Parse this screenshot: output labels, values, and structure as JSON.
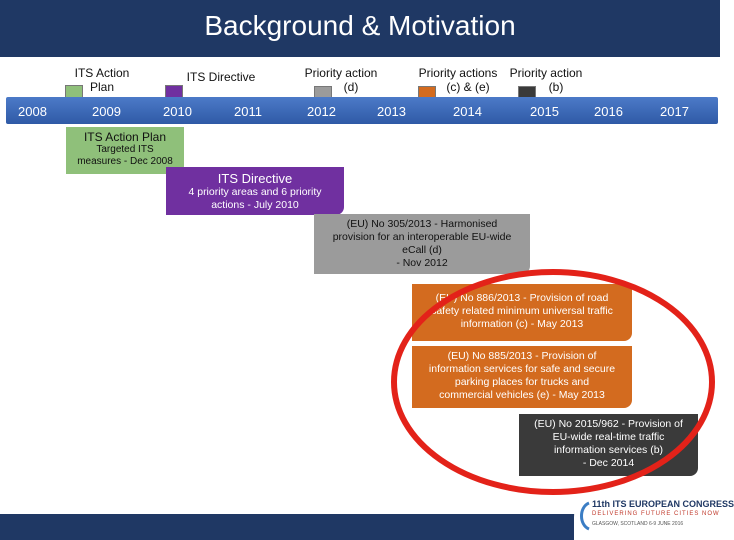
{
  "header": {
    "title": "Background & Motivation",
    "bg_color": "#1f3864"
  },
  "legend": [
    {
      "line1": "ITS Action",
      "line2": "Plan",
      "color": "#8fc07a"
    },
    {
      "line1": "ITS Directive",
      "line2": "",
      "color": "#7030a0"
    },
    {
      "line1": "Priority action",
      "line2": "(d)",
      "color": "#9b9b9b"
    },
    {
      "line1": "Priority actions",
      "line2": "(c) & (e)",
      "color": "#d36b1f"
    },
    {
      "line1": "Priority action",
      "line2": "(b)",
      "color": "#3a3a3a"
    }
  ],
  "years": [
    "2008",
    "2009",
    "2010",
    "2011",
    "2012",
    "2013",
    "2014",
    "2015",
    "2016",
    "2017"
  ],
  "milestones": [
    {
      "l1": "ITS Action Plan",
      "l2": "Targeted ITS",
      "l3": "measures - Dec 2008",
      "l4": ""
    },
    {
      "l1": "ITS Directive",
      "l2": "4 priority areas and 6 priority",
      "l3": "actions - July 2010",
      "l4": ""
    },
    {
      "l1": "(EU) No 305/2013 - Harmonised",
      "l2": "provision for an interoperable EU-wide",
      "l3": "eCall (d)",
      "l4": "- Nov 2012"
    },
    {
      "l1": "(EU) No 886/2013 - Provision of road",
      "l2": "safety related minimum universal traffic",
      "l3": "information (c) - May 2013",
      "l4": ""
    },
    {
      "l1": "(EU) No 885/2013 - Provision of",
      "l2": "information services for safe and secure",
      "l3": "parking places for trucks and",
      "l4": "commercial vehicles (e) - May 2013"
    },
    {
      "l1": "(EU) No 2015/962 - Provision of",
      "l2": "EU-wide real-time traffic",
      "l3": "information services (b)",
      "l4": "- Dec 2014"
    }
  ],
  "logo": {
    "title": "11th ITS EUROPEAN CONGRESS",
    "tagline": "DELIVERING FUTURE CITIES NOW",
    "small": "GLASGOW, SCOTLAND 6-9 JUNE 2016"
  },
  "annotation_color": "#e32219"
}
